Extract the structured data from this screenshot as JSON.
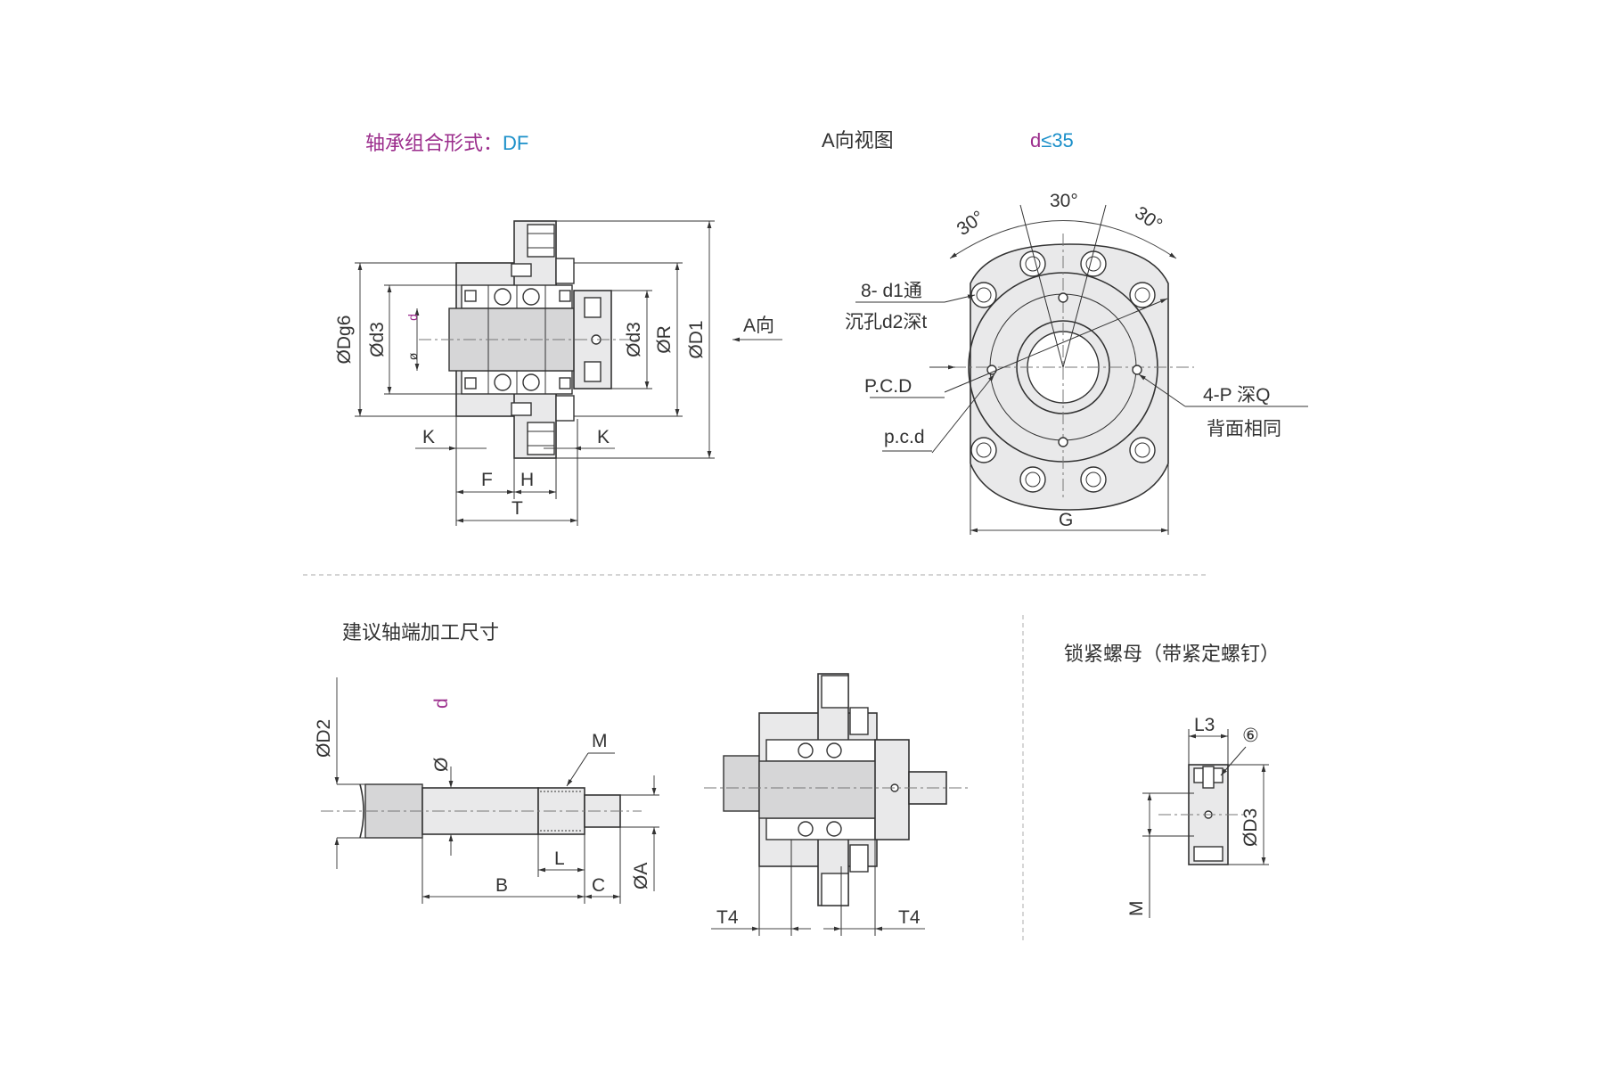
{
  "titles": {
    "bearing_combo_label": "轴承组合形式：",
    "bearing_combo_value": "DF",
    "a_view": "A向视图",
    "d_cond_d": "d",
    "d_cond_rest": "≤35",
    "shaft_end": "建议轴端加工尺寸",
    "lock_nut": "锁紧螺母（带紧定螺钉）"
  },
  "colors": {
    "magenta": "#9b2d8c",
    "cyan": "#1a8fc9",
    "line": "#333333",
    "fill": "#e9e9ea"
  },
  "labels": {
    "Dg6": "ØDg6",
    "d3_left": "Ød3",
    "d_small": "d",
    "phi_small": "ø",
    "d3_right": "Ød3",
    "R": "ØR",
    "D1": "ØD1",
    "a_dir": "A向",
    "K_left": "K",
    "K_right": "K",
    "F": "F",
    "H": "H",
    "T": "T",
    "ang1": "30°",
    "ang2": "30°",
    "ang3": "30°",
    "holes_line1": "8- d1通",
    "holes_line2": "沉孔d2深t",
    "PCD": "P.C.D",
    "pcd": "p.c.d",
    "tap_line1": "4-P   深Q",
    "tap_line2": "背面相同",
    "G": "G",
    "D2": "ØD2",
    "d_vert": "d",
    "phi_vert": "Ø",
    "M_shaft": "M",
    "L": "L",
    "B": "B",
    "C": "C",
    "A": "ØA",
    "T4_left": "T4",
    "T4_right": "T4",
    "L3": "L3",
    "circled6": "⑥",
    "D3": "ØD3",
    "M_nut": "M"
  }
}
